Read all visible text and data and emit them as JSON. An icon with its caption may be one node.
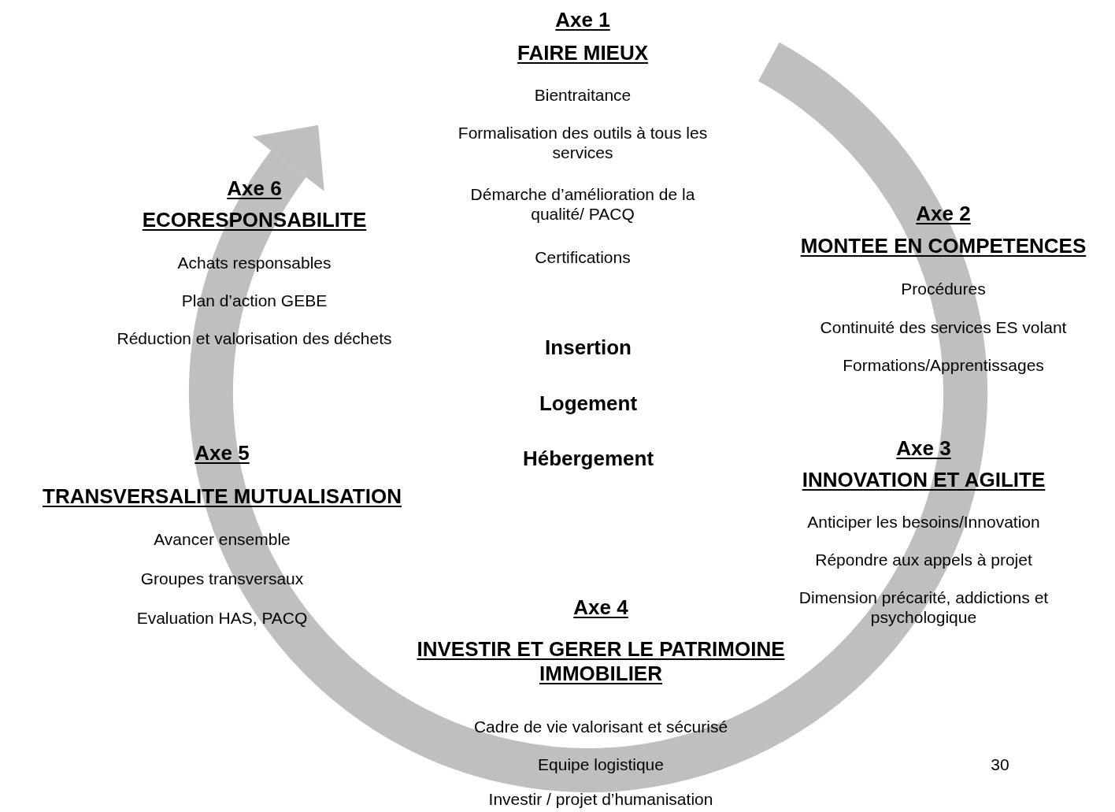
{
  "diagram": {
    "labels": [
      "Axe 1",
      "FAIRE MIEUX",
      "Bientraitance",
      "Formalisation des outils à tous les services",
      "Démarche d’amélioration de la qualité/ PACQ",
      "Certifications",
      "Axe 6",
      "ECORESPONSABILITE",
      "Achats responsables",
      "Plan d’action GEBE",
      "Réduction et valorisation des déchets",
      "Axe 2",
      "MONTEE EN COMPETENCES",
      "Procédures",
      "Continuité des services ES volant",
      "Formations/Apprentissages",
      "Insertion",
      "Logement",
      "Hébergement",
      "Axe 5",
      "TRANSVERSALITE MUTUALISATION",
      "Axe 3",
      "INNOVATION ET AGILITE",
      "Avancer ensemble",
      "Anticiper les besoins/Innovation",
      "Groupes transversaux",
      "Répondre aux appels à projet",
      "Evaluation HAS, PACQ",
      "Dimension précarité, addictions et psychologique",
      "Axe 4",
      "INVESTIR ET GERER LE PATRIMOINE IMMOBILIER",
      "Cadre de vie valorisant et sécurisé",
      "Equipe logistique",
      "30",
      "Investir / projet d’humanisation"
    ]
  }
}
